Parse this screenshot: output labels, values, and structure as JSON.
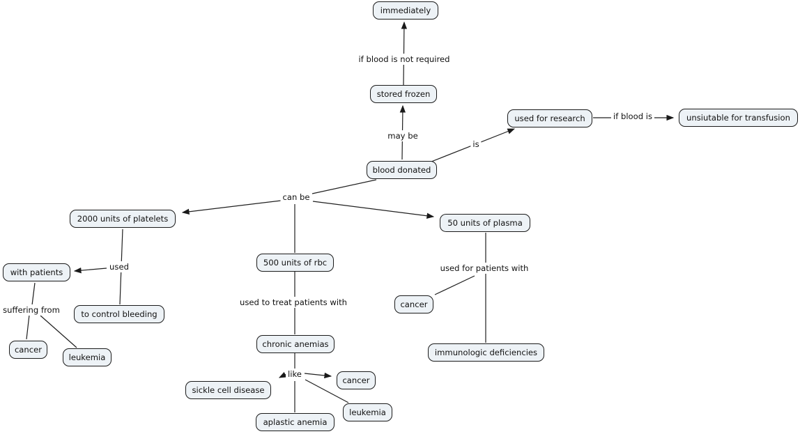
{
  "title": "blood donation concept map",
  "colors": {
    "background": "#ffffff",
    "node_fill": "#edf2f6",
    "node_border": "#1a1a1a",
    "line": "#1f1f1f",
    "text": "#111111"
  },
  "nodes": {
    "immediately": "immediately",
    "stored_frozen": "stored frozen",
    "blood_donated": "blood donated",
    "used_for_research": "used for research",
    "unsuitable_for_transfusion": "unsiutable for transfusion",
    "platelets": "2000 units of platelets",
    "plasma": "50 units of plasma",
    "rbc": "500 units of rbc",
    "with_patients": "with patients",
    "to_control_bleeding": "to control bleeding",
    "cancer_left": "cancer",
    "leukemia_left": "leukemia",
    "chronic_anemias": "chronic anemias",
    "sickle_cell": "sickle cell disease",
    "cancer_mid": "cancer",
    "leukemia_mid": "leukemia",
    "aplastic_anemia": "aplastic anemia",
    "cancer_right": "cancer",
    "immunologic_deficiencies": "immunologic deficiencies"
  },
  "linking_phrases": {
    "if_blood_not_required": "if blood is not required",
    "may_be": "may be",
    "is": "is",
    "if_blood_is": "if blood is",
    "can_be": "can be",
    "used": "used",
    "suffering_from": "suffering from",
    "used_to_treat": "used to treat patients with",
    "like": "like",
    "used_for_patients": "used for patients with"
  },
  "relations": [
    {
      "from": "blood donated",
      "phrase": "may be",
      "to": "stored frozen",
      "arrow": true
    },
    {
      "from": "stored frozen",
      "phrase": "if blood is not required",
      "to": "immediately",
      "arrow": true
    },
    {
      "from": "blood donated",
      "phrase": "is",
      "to": "used for research",
      "arrow": true
    },
    {
      "from": "used for research",
      "phrase": "if blood is",
      "to": "unsiutable for transfusion",
      "arrow": true
    },
    {
      "from": "blood donated",
      "phrase": "can be",
      "to": "2000 units of platelets",
      "arrow": true
    },
    {
      "from": "blood donated",
      "phrase": "can be",
      "to": "50 units of plasma",
      "arrow": true
    },
    {
      "from": "blood donated",
      "phrase": "can be",
      "to": "500 units of rbc",
      "arrow": false
    },
    {
      "from": "2000 units of platelets",
      "phrase": "used",
      "to": "with patients",
      "arrow": true
    },
    {
      "from": "2000 units of platelets",
      "phrase": "used",
      "to": "to control bleeding",
      "arrow": false
    },
    {
      "from": "with patients",
      "phrase": "suffering from",
      "to": "cancer",
      "arrow": false
    },
    {
      "from": "with patients",
      "phrase": "suffering from",
      "to": "leukemia",
      "arrow": false
    },
    {
      "from": "500 units of rbc",
      "phrase": "used to treat patients with",
      "to": "chronic anemias",
      "arrow": false
    },
    {
      "from": "chronic anemias",
      "phrase": "like",
      "to": "sickle cell disease",
      "arrow": true
    },
    {
      "from": "chronic anemias",
      "phrase": "like",
      "to": "cancer",
      "arrow": true
    },
    {
      "from": "chronic anemias",
      "phrase": "like",
      "to": "leukemia",
      "arrow": false
    },
    {
      "from": "chronic anemias",
      "phrase": "like",
      "to": "aplastic anemia",
      "arrow": false
    },
    {
      "from": "50 units of plasma",
      "phrase": "used for patients with",
      "to": "cancer",
      "arrow": false
    },
    {
      "from": "50 units of plasma",
      "phrase": "used for patients with",
      "to": "immunologic deficiencies",
      "arrow": false
    }
  ]
}
